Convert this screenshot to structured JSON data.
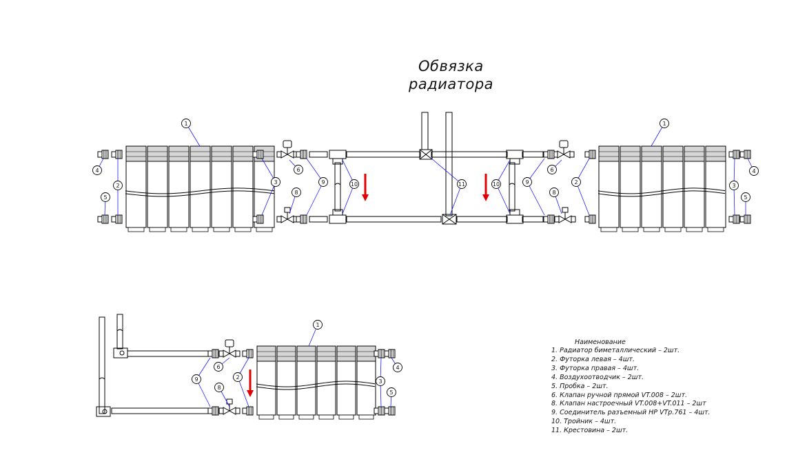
{
  "title": {
    "line1": "Обвязка",
    "line2": "радиатора"
  },
  "legend": {
    "header": "Наименование",
    "items": [
      "1. Радиатор биметаллический – 2шт.",
      "2. Футорка левая – 4шт.",
      "3. Футорка правая – 4шт.",
      "4. Воздухоотводчик – 2шт.",
      "5. Пробка – 2шт.",
      "6. Клапан ручной прямой VT.008 – 2шт.",
      "8. Клапан настроечный VT.008+VT.011 – 2шт",
      "9. Соединитель разъемный НР VTр.761 – 4шт.",
      "10. Тройник – 4шт.",
      "11. Крестовина – 2шт."
    ]
  },
  "tags": [
    "1",
    "2",
    "3",
    "4",
    "5",
    "6",
    "8",
    "9",
    "10",
    "11"
  ],
  "colors": {
    "line": "#000000",
    "leader": "#1a1aff",
    "flow_arrow": "#e00000",
    "section_fill": "#d6d6d6"
  }
}
